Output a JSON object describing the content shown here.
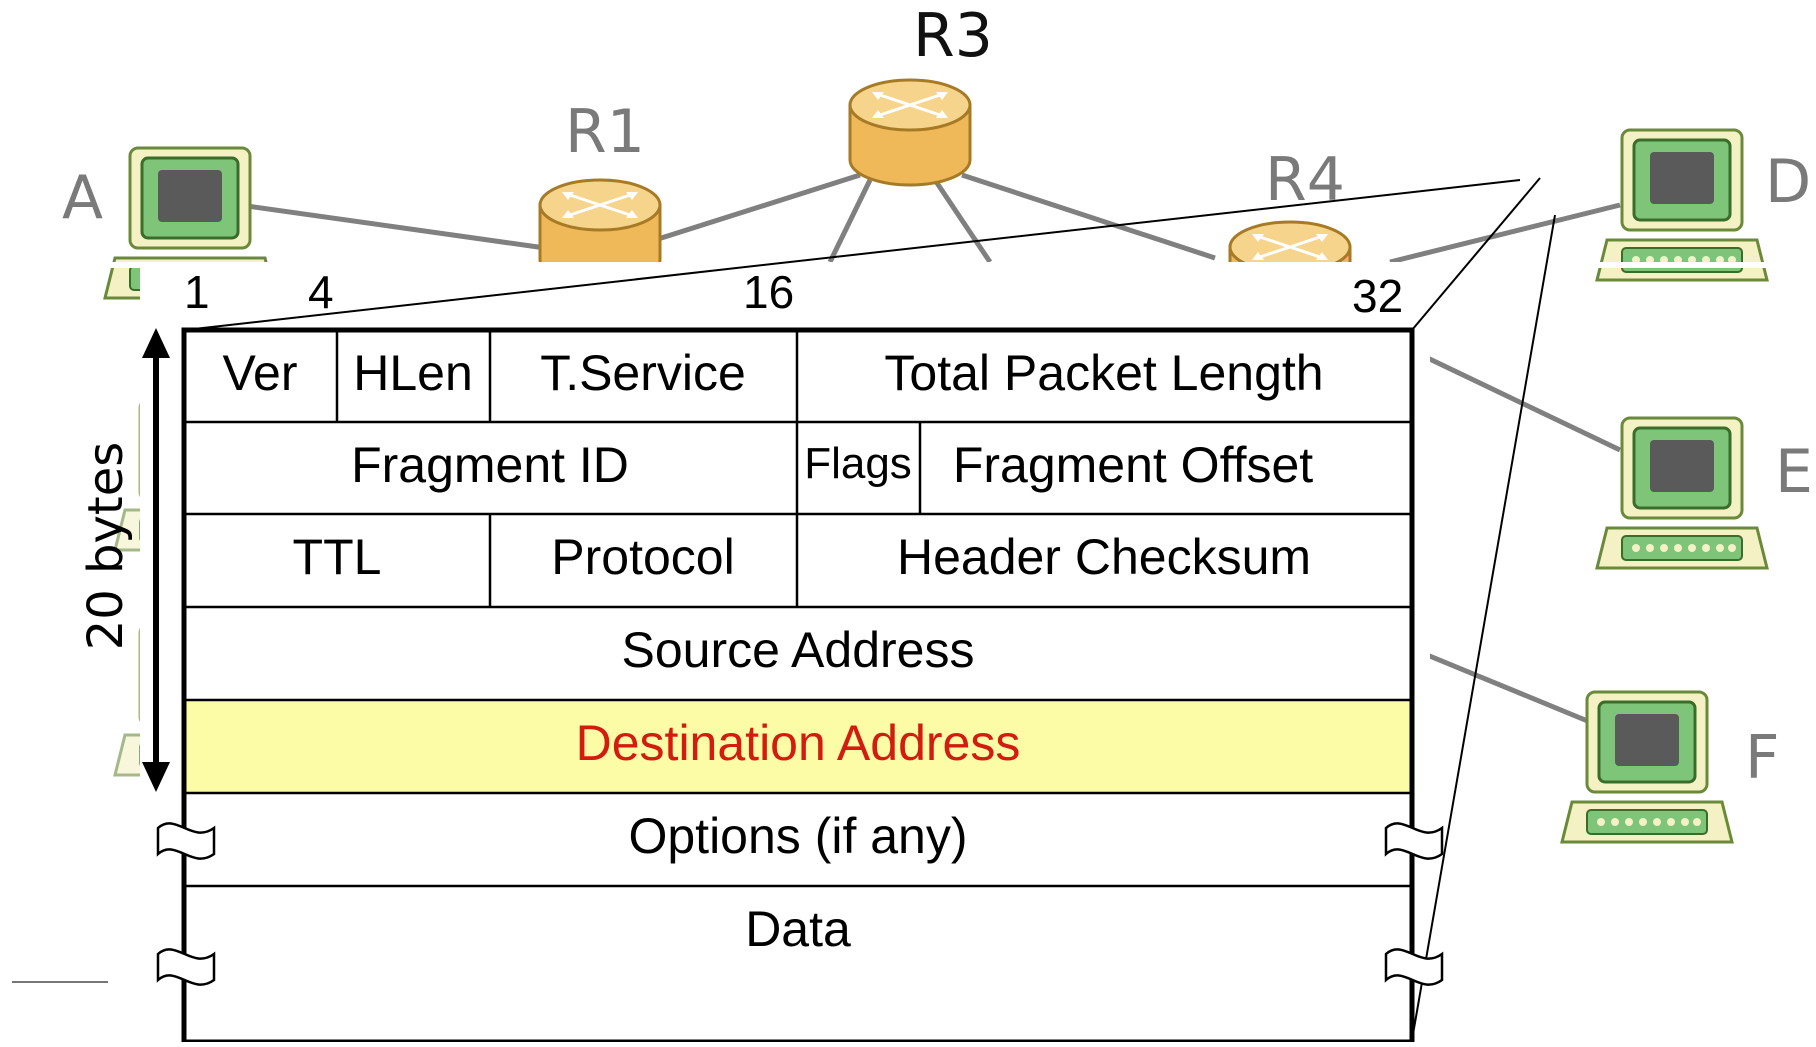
{
  "network": {
    "hosts": [
      "A",
      "D",
      "E",
      "F"
    ],
    "routers": [
      "R1",
      "R3",
      "R4"
    ]
  },
  "header": {
    "bit_positions": [
      "1",
      "4",
      "16",
      "32"
    ],
    "size_label": "20 bytes",
    "fields": {
      "ver": "Ver",
      "hlen": "HLen",
      "tservice": "T.Service",
      "total_length": "Total Packet Length",
      "fragment_id": "Fragment ID",
      "flags": "Flags",
      "fragment_offset": "Fragment Offset",
      "ttl": "TTL",
      "protocol": "Protocol",
      "checksum": "Header Checksum",
      "source": "Source Address",
      "destination": "Destination Address",
      "options": "Options (if any)",
      "data": "Data"
    }
  },
  "colors": {
    "highlight_fill": "#fcfca6",
    "highlight_text": "#d21c10",
    "router": "#f2c66a",
    "computer_body": "#f4f1c4",
    "computer_screen": "#7ec57a",
    "link": "#808080"
  }
}
